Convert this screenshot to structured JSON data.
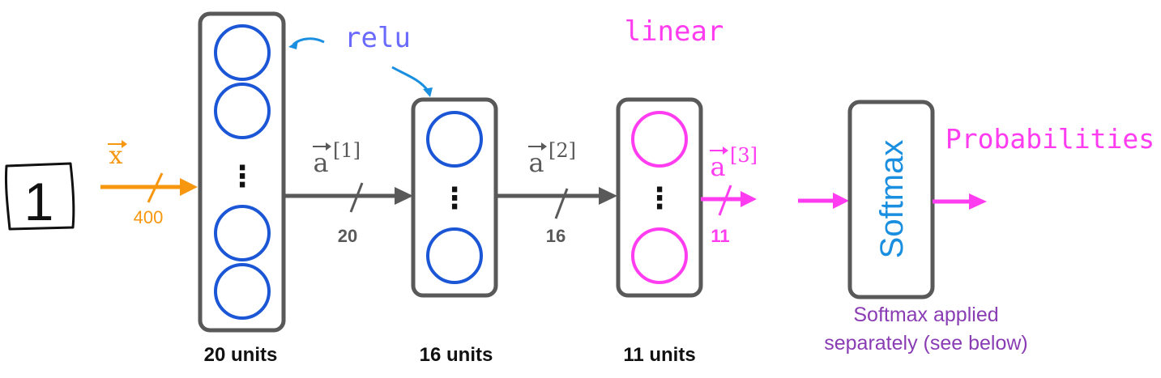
{
  "colors": {
    "orange": "#f7960f",
    "gray": "#595959",
    "dark": "#404040",
    "blue": "#1a56d6",
    "magenta": "#ff3cf0",
    "relu_blue": "#6a6aff",
    "cyan": "#1a8fe0",
    "purple": "#8a3cb4"
  },
  "input": {
    "image_label": "1",
    "vector_label": "x",
    "size": "400"
  },
  "annotations": {
    "relu": "relu",
    "linear": "linear",
    "probabilities": "Probabilities"
  },
  "layers": [
    {
      "units_label": "20 units",
      "activation_label": "a",
      "activation_index": "[1]",
      "output_size": "20"
    },
    {
      "units_label": "16 units",
      "activation_label": "a",
      "activation_index": "[2]",
      "output_size": "16"
    },
    {
      "units_label": "11 units",
      "activation_label": "a",
      "activation_index": "[3]",
      "output_size": "11"
    }
  ],
  "softmax": {
    "label": "Softmax",
    "note_line1": "Softmax applied",
    "note_line2": "separately (see below)"
  },
  "ellipsis": "⋮"
}
